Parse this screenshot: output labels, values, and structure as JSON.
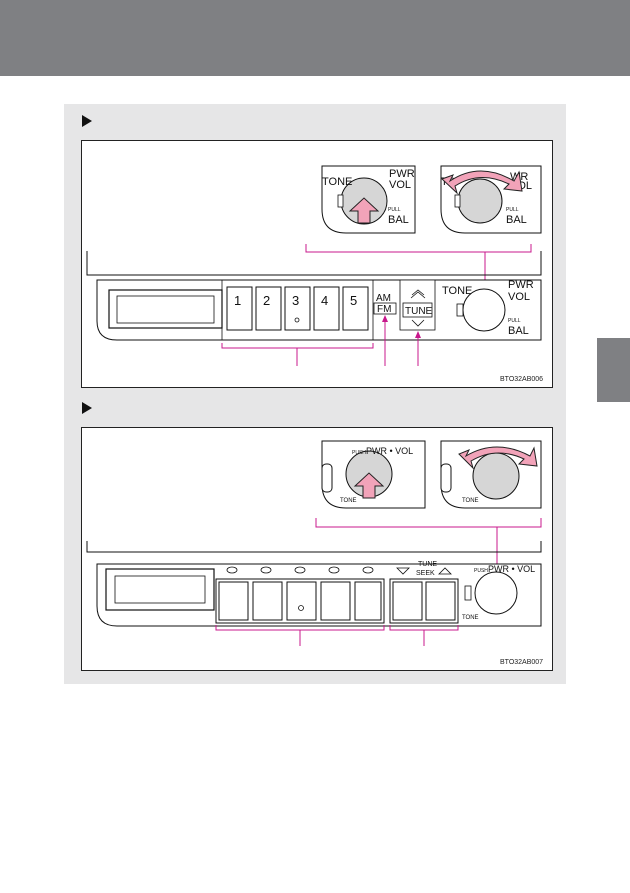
{
  "diagram_a": {
    "knob_tone": "TONE",
    "knob_pwr": "PWR",
    "knob_vol": "VOL",
    "knob_pull": "PULL",
    "knob_bal": "BAL",
    "tone_cropped": "TO",
    "wr_cropped": "WR",
    "presets": [
      "1",
      "2",
      "3",
      "4",
      "5"
    ],
    "am": "AM",
    "fm": "FM",
    "tune": "TUNE",
    "code": "BTO32AB006"
  },
  "diagram_b": {
    "push": "PUSH",
    "pwr_vol": "PWR • VOL",
    "tone": "TONE",
    "tune": "TUNE",
    "seek": "SEEK",
    "code": "BTO32AB007"
  },
  "colors": {
    "header": "#7f8083",
    "panel": "#e6e6e7",
    "accent": "#c8188c",
    "arrow_fill": "#f2a3b9"
  }
}
